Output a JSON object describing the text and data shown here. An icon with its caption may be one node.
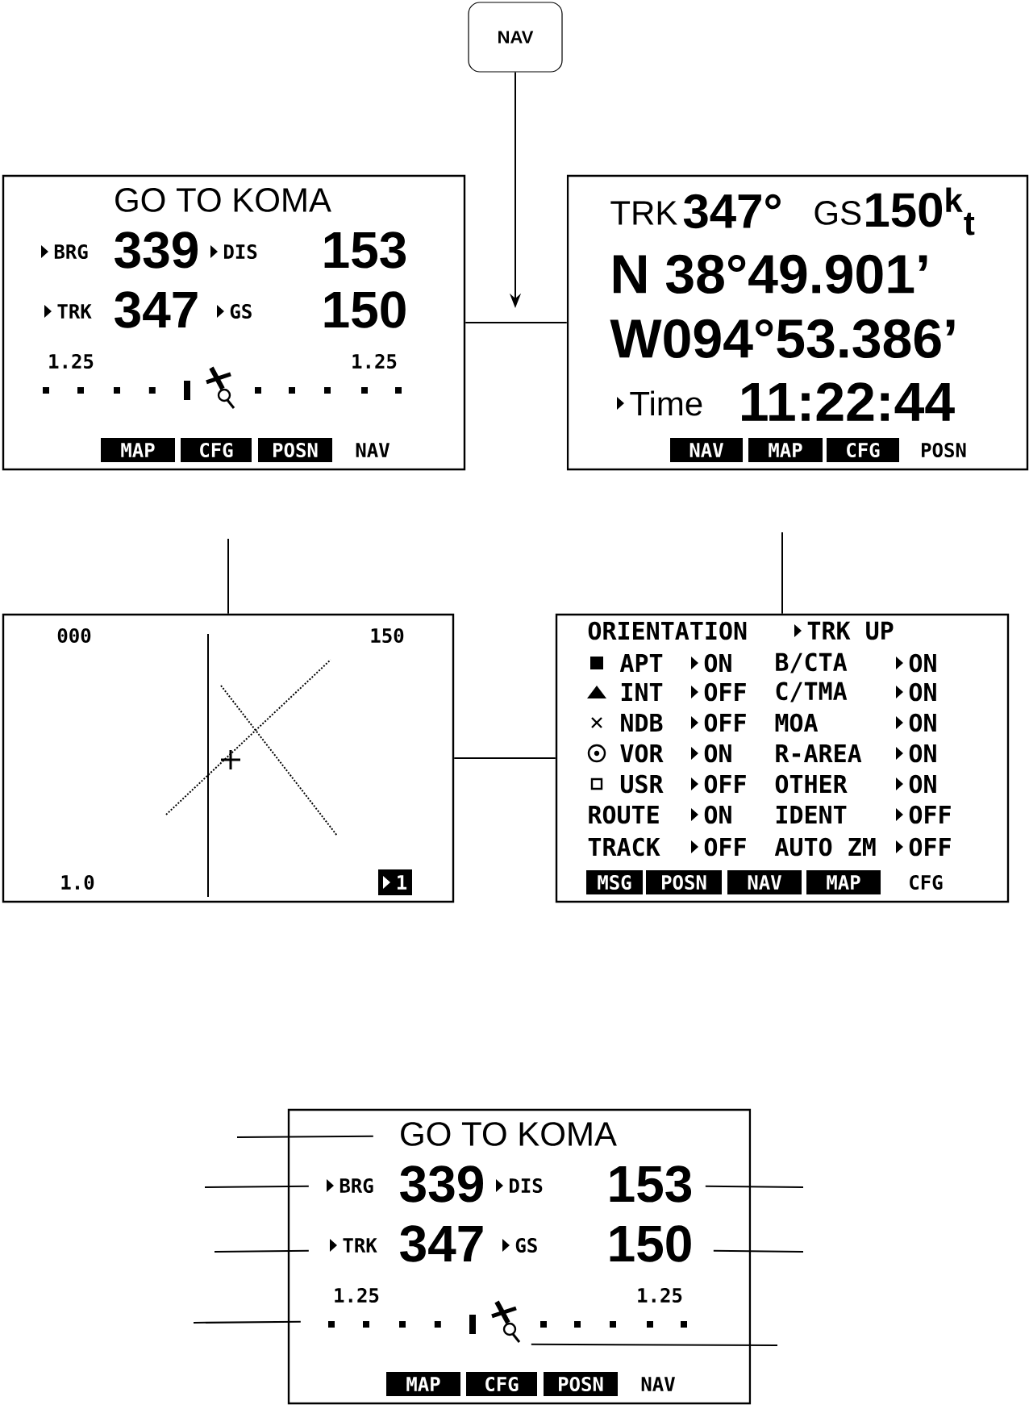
{
  "diagram": {
    "nodes": [
      {
        "text": [
          "NAV"
        ]
      },
      {
        "text": [
          "GO TO KOMA",
          "BRG",
          "339",
          "DIS",
          "153",
          "TRK",
          "347",
          "GS",
          "150",
          "1.25",
          "1.25",
          "MAP",
          "CFG",
          "POSN",
          "NAV"
        ]
      },
      {
        "text": [
          "TRK",
          "347°",
          "GS",
          "150$^{k}$$_{t}$",
          "N 38°49.901’",
          "W094°53.386’",
          "Time",
          "11:22:44",
          "NAV",
          "MAP",
          "CFG",
          "POSN"
        ]
      },
      {
        "text": [
          "000",
          "150",
          "1.0",
          "1"
        ]
      },
      {
        "text": [
          "ORIENTATION",
          "TRK UP",
          "APT",
          "ON",
          "B/CTA",
          "ON",
          "INT",
          "OFF",
          "C/TMA",
          "ON",
          "NDB",
          "OFF",
          "MOA",
          "ON",
          "VOR",
          "ON",
          "R-AREA",
          "ON",
          "USR",
          "OFF",
          "OTHER",
          "ON",
          "ROUTE",
          "ON",
          "IDENT",
          "OFF",
          "TRACK",
          "OFF",
          "AUTO ZM",
          "OFF",
          "MSG",
          "POSN",
          "NAV",
          "MAP",
          "CFG"
        ]
      },
      {
        "text": [
          "GO TO KOMA",
          "BRG",
          "339",
          "DIS",
          "153",
          "TRK",
          "347",
          "GS",
          "150",
          "1.25",
          "1.25",
          "MAP",
          "CFG",
          "POSN",
          "NAV"
        ]
      }
    ],
    "edges": [
      {
        "from": 0,
        "to": null,
        "arrow": "to"
      },
      {
        "from": 1,
        "to": 2,
        "arrow": "none"
      },
      {
        "from": 3,
        "to": null,
        "arrow": "none"
      },
      {
        "from": 4,
        "to": null,
        "arrow": "none"
      },
      {
        "from": 3,
        "to": 4,
        "arrow": "none"
      },
      {
        "from": null,
        "to": 5,
        "arrow": "none"
      },
      {
        "from": null,
        "to": 5,
        "arrow": "none"
      },
      {
        "from": null,
        "to": 5,
        "arrow": "none"
      },
      {
        "from": null,
        "to": 5,
        "arrow": "none"
      },
      {
        "from": null,
        "to": 5,
        "arrow": "none"
      },
      {
        "from": null,
        "to": 5,
        "arrow": "none"
      },
      {
        "from": null,
        "to": 5,
        "arrow": "none"
      }
    ]
  }
}
